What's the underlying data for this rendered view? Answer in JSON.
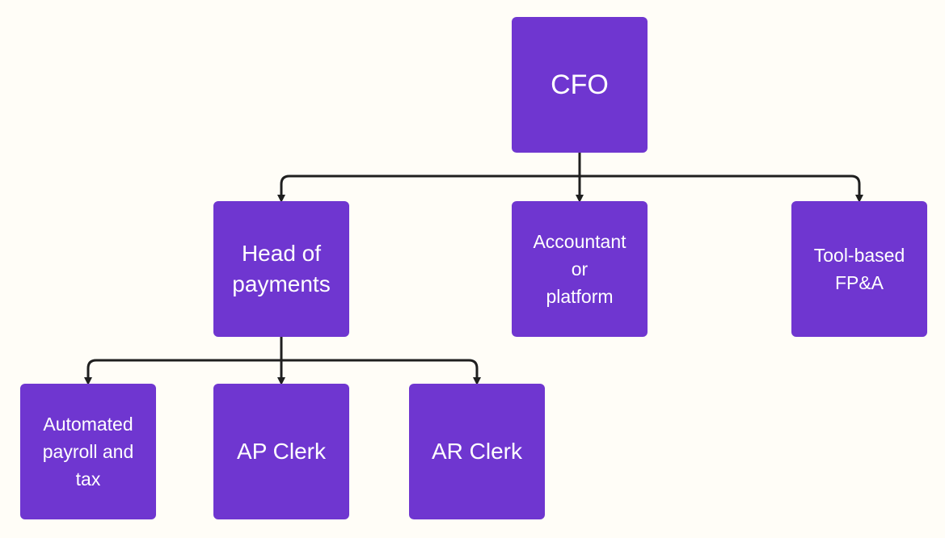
{
  "colors": {
    "background": "#fffdf7",
    "node_fill": "#6f36d0",
    "node_text": "#ffffff",
    "connector": "#1f1f1f"
  },
  "nodes": {
    "cfo": {
      "label": "CFO"
    },
    "head_of_payments": {
      "label": "Head of\npayments"
    },
    "accountant": {
      "label": "Accountant\nor\nplatform"
    },
    "tool_fpa": {
      "label": "Tool-based\nFP&A"
    },
    "automated_payroll": {
      "label": "Automated\npayroll and\ntax"
    },
    "ap_clerk": {
      "label": "AP Clerk"
    },
    "ar_clerk": {
      "label": "AR Clerk"
    }
  },
  "edges": [
    {
      "from": "cfo",
      "to": "head_of_payments"
    },
    {
      "from": "cfo",
      "to": "accountant"
    },
    {
      "from": "cfo",
      "to": "tool_fpa"
    },
    {
      "from": "head_of_payments",
      "to": "automated_payroll"
    },
    {
      "from": "head_of_payments",
      "to": "ap_clerk"
    },
    {
      "from": "head_of_payments",
      "to": "ar_clerk"
    }
  ]
}
